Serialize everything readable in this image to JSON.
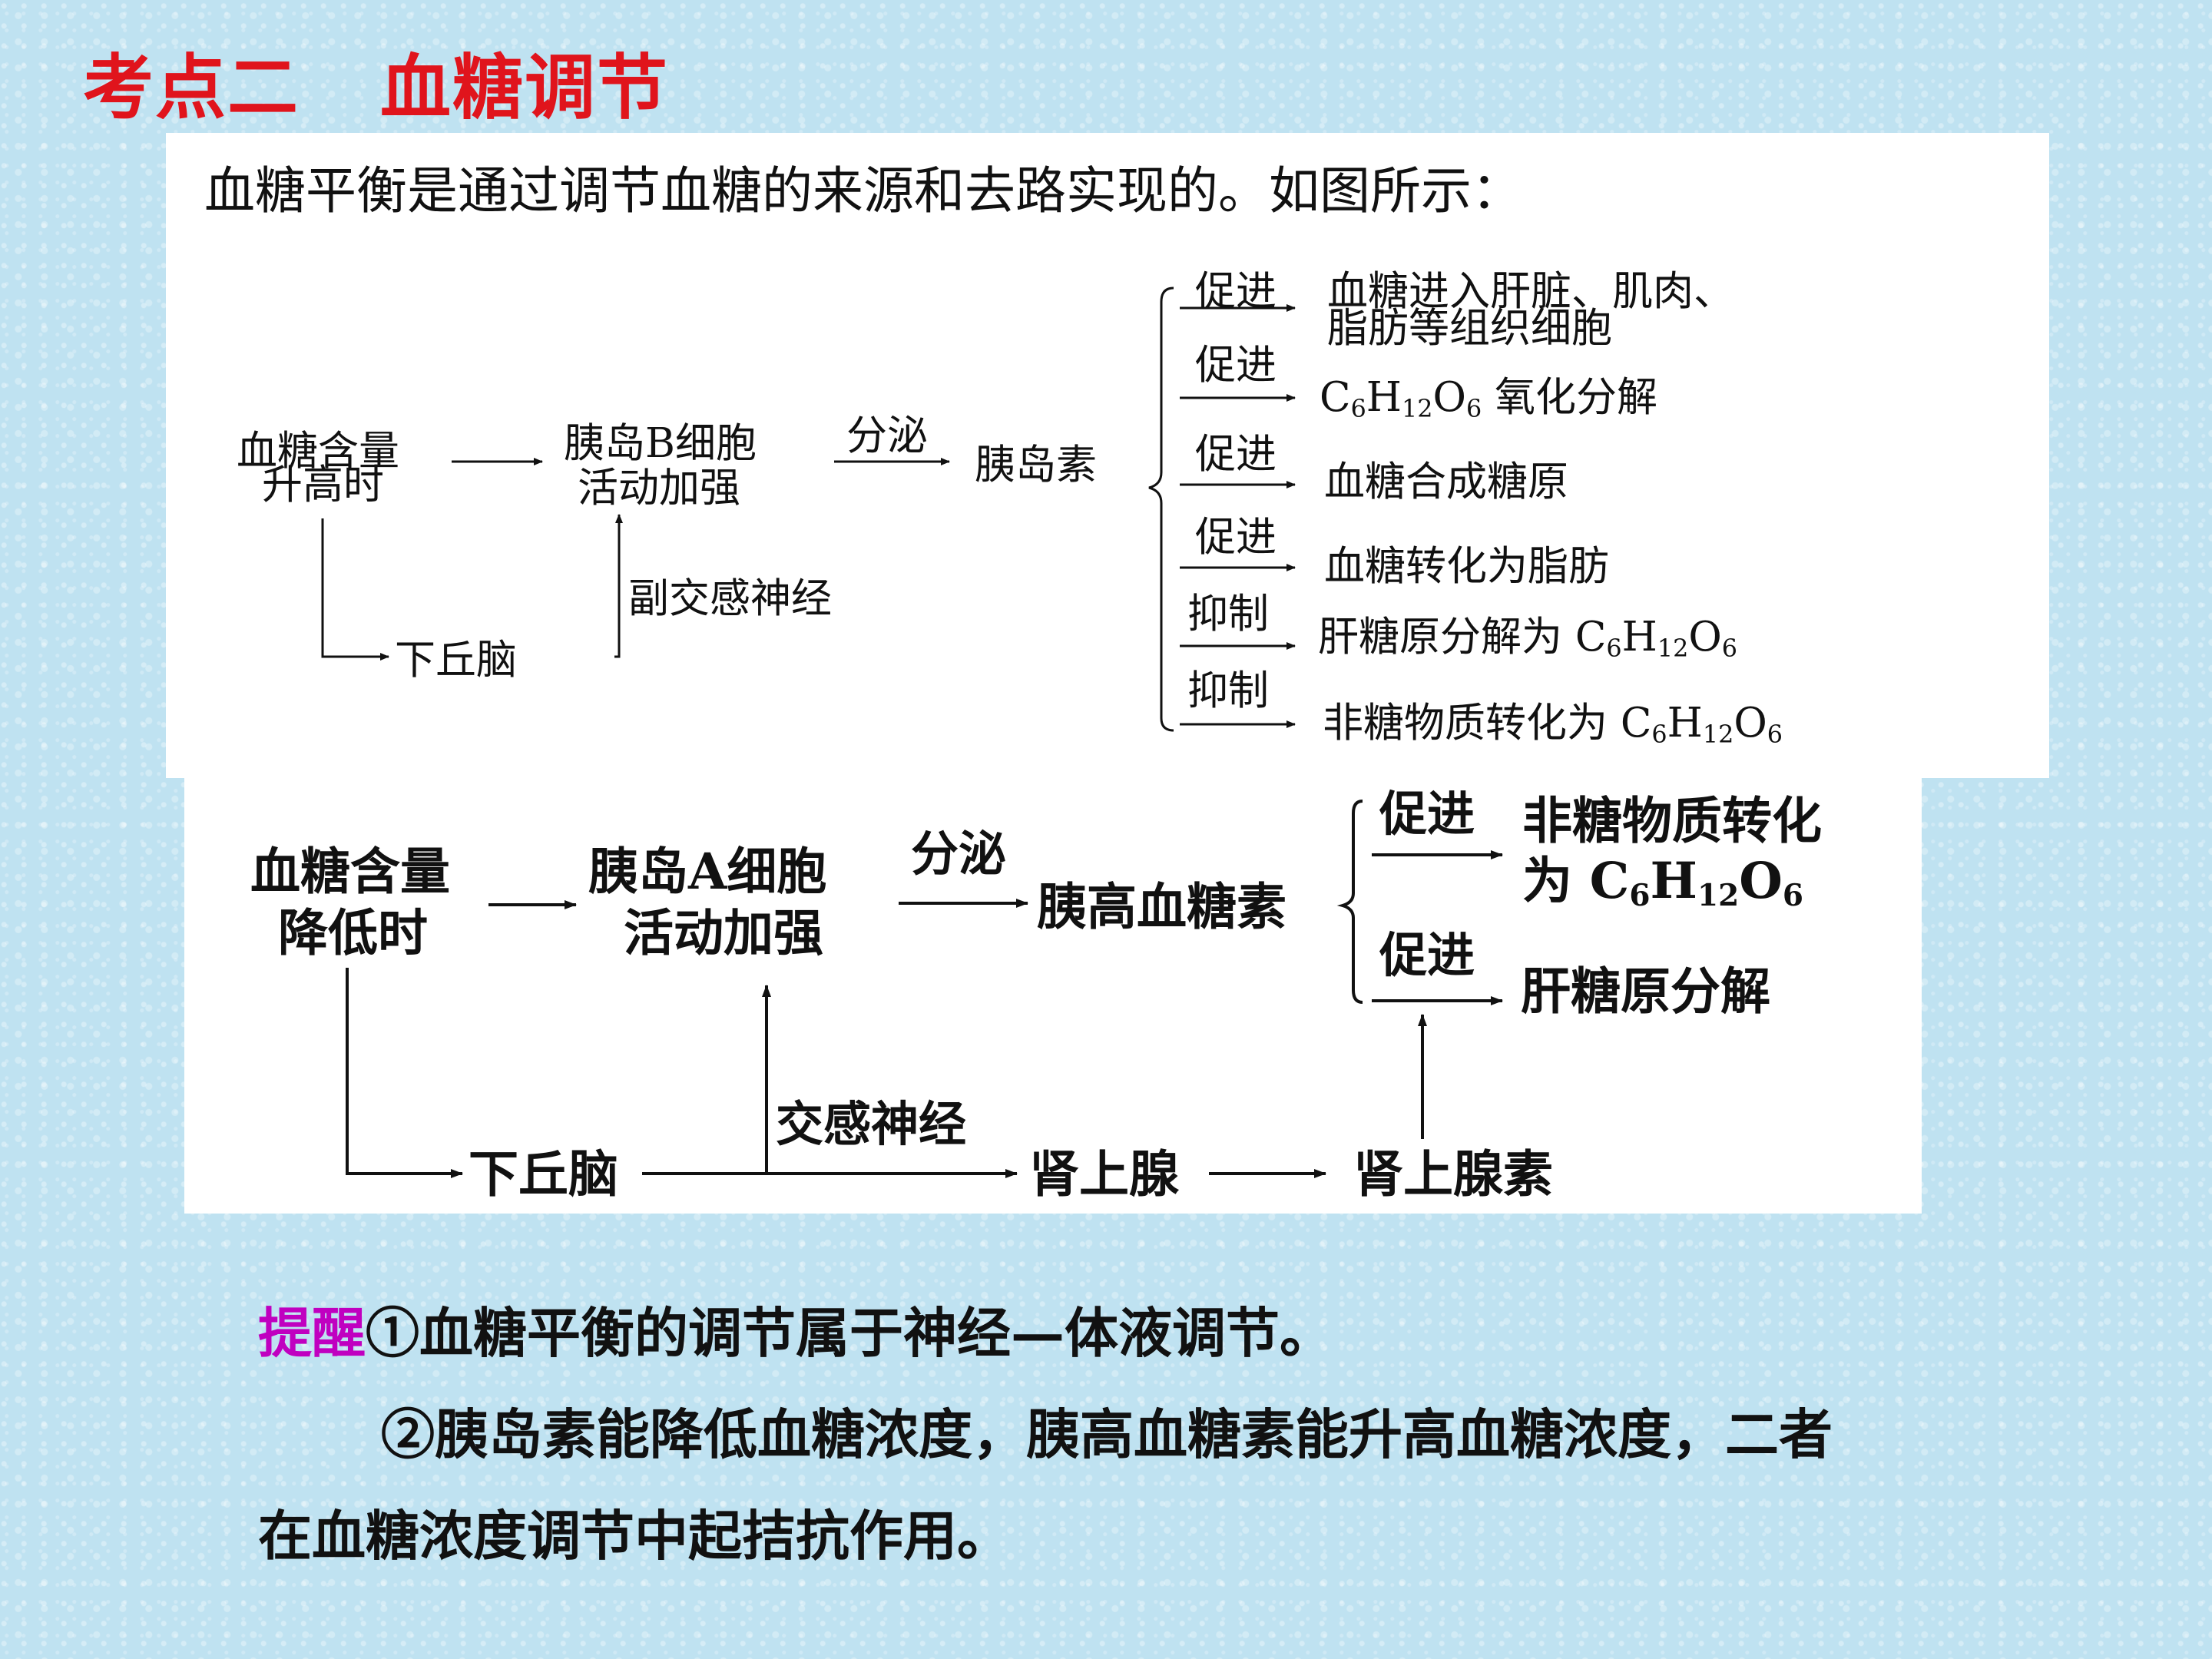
{
  "title": {
    "part1": "考点二",
    "part2": "血糖调节"
  },
  "intro": "血糖平衡是通过调节血糖的来源和去路实现的。如图所示：",
  "diagram_insulin": {
    "start": [
      "血糖含量",
      "升高时"
    ],
    "beta_cells": [
      "胰岛B细胞",
      "活动加强"
    ],
    "secrete": "分泌",
    "hormone": "胰岛素",
    "hypothalamus": "下丘脑",
    "nerve": "副交感神经",
    "effects": [
      {
        "action": "促进",
        "line1": "血糖进入肝脏、肌肉、",
        "line2": "脂肪等组织细胞"
      },
      {
        "action": "促进",
        "text": "C6H12O6氧化分解"
      },
      {
        "action": "促进",
        "text": "血糖合成糖原"
      },
      {
        "action": "促进",
        "text": "血糖转化为脂肪"
      },
      {
        "action": "抑制",
        "text": "肝糖原分解为C6H12O6"
      },
      {
        "action": "抑制",
        "text": "非糖物质转化为C6H12O6"
      }
    ]
  },
  "diagram_glucagon": {
    "start": [
      "血糖含量",
      "降低时"
    ],
    "alpha_cells": [
      "胰岛A细胞",
      "活动加强"
    ],
    "secrete": "分泌",
    "hormone": "胰高血糖素",
    "hypothalamus": "下丘脑",
    "nerve": "交感神经",
    "adrenal": "肾上腺",
    "adrenaline": "肾上腺素",
    "effects": [
      {
        "action": "促进",
        "line1": "非糖物质转化",
        "line2": "为C6H12O6"
      },
      {
        "action": "促进",
        "text": "肝糖原分解"
      }
    ]
  },
  "reminder": {
    "label": "提醒",
    "point1": "①血糖平衡的调节属于神经—体液调节。",
    "point2a": "②胰岛素能降低血糖浓度，胰高血糖素能升高血糖浓度，二者",
    "point2b": "在血糖浓度调节中起拮抗作用。"
  },
  "colors": {
    "title": "#e0141c",
    "highlight": "#c000c0",
    "background": "#bfe2f1"
  }
}
